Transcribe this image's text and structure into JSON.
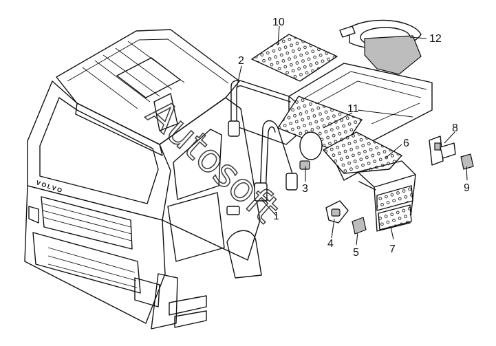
{
  "brand_text": "VOLVO",
  "watermark": "Autosoft",
  "callouts": [
    "1",
    "2",
    "3",
    "4",
    "5",
    "6",
    "7",
    "8",
    "9",
    "10",
    "11",
    "12"
  ]
}
